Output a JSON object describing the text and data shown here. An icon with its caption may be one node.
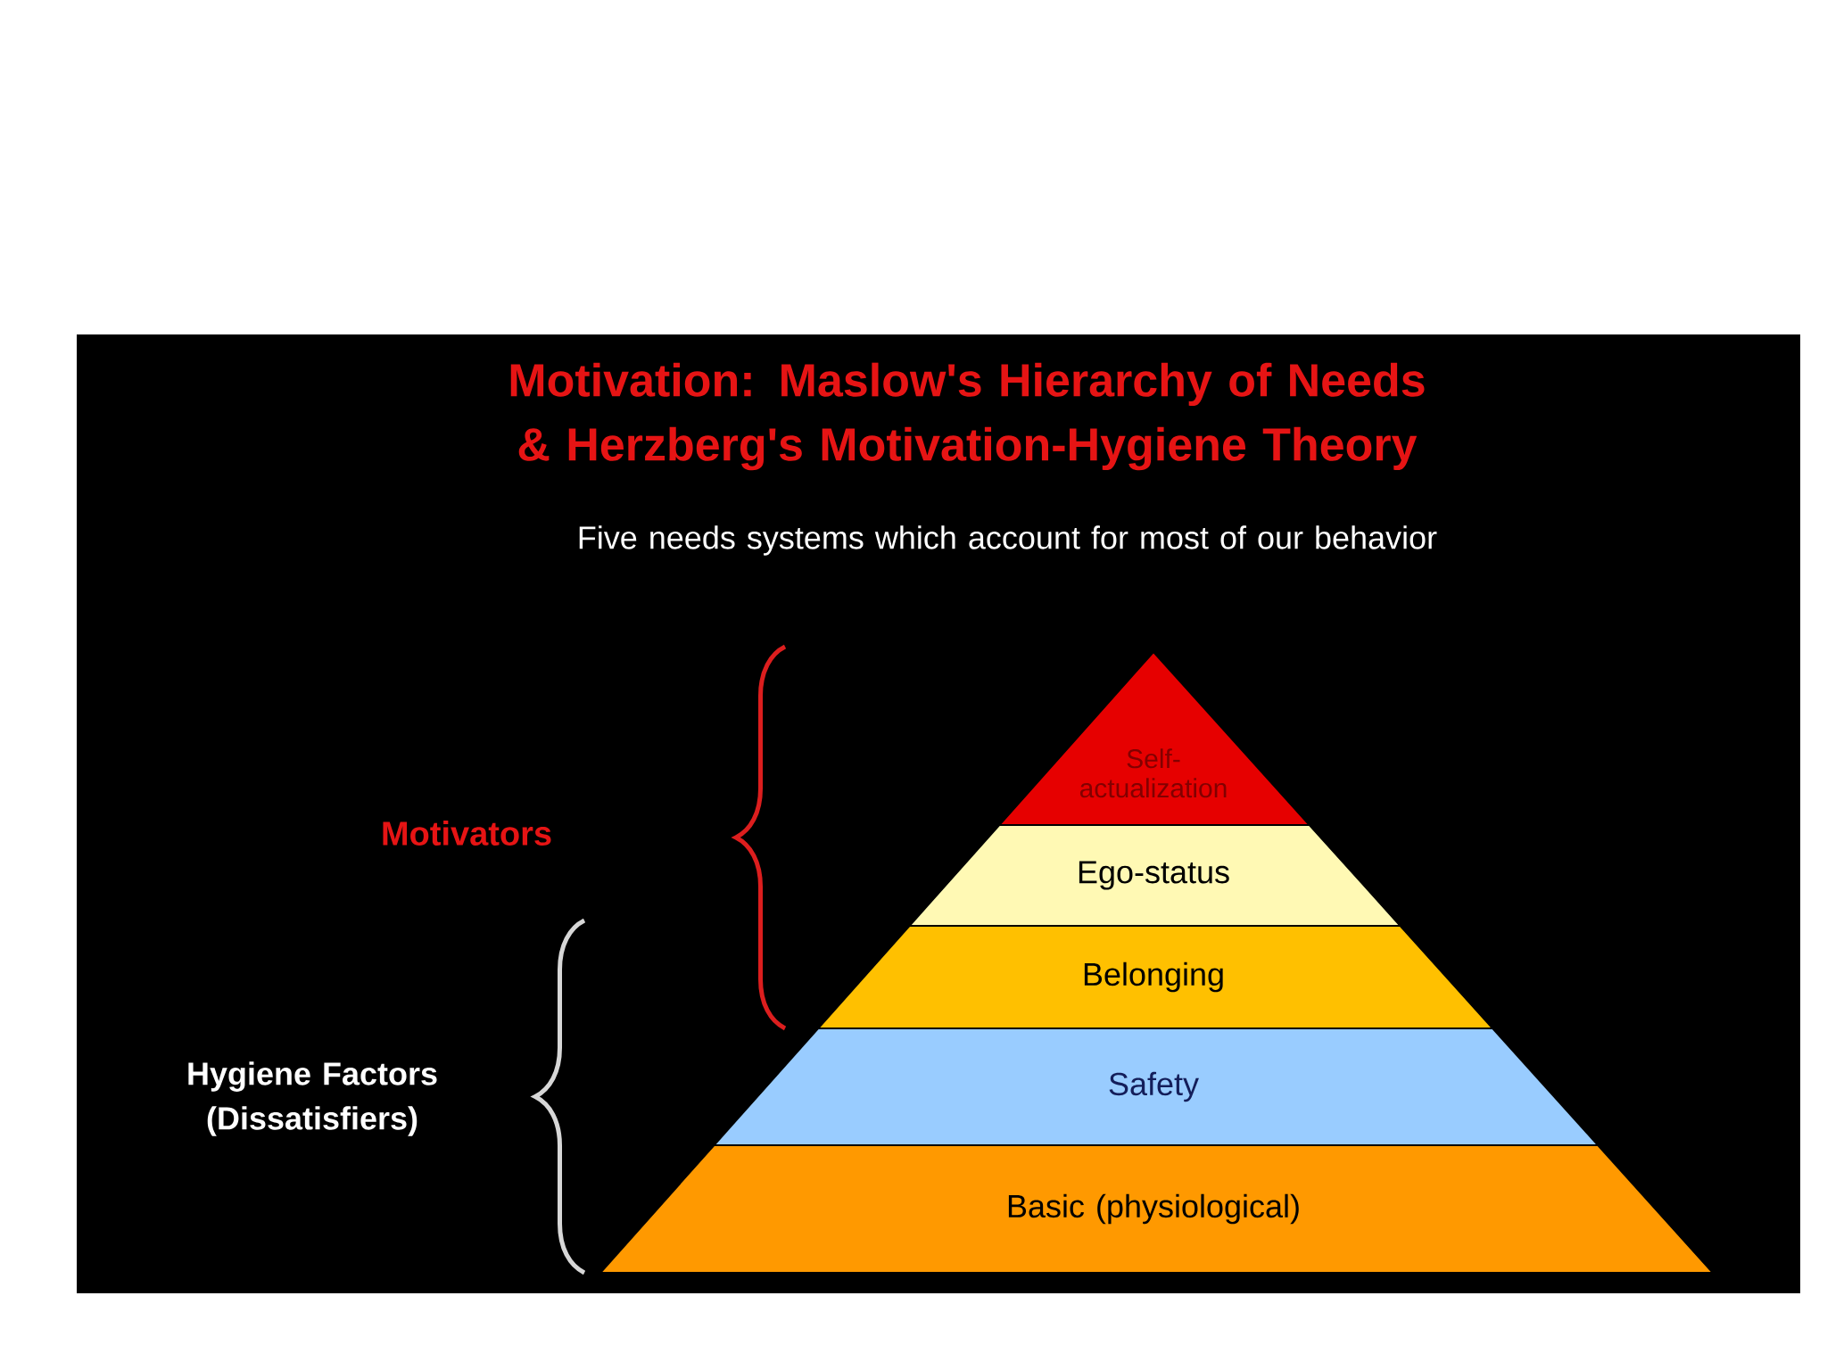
{
  "diagram": {
    "title": "Motivation: Maslow's Hierarchy of Needs & Herzberg's Motivation-Hygiene Theory",
    "nodes": [
      {
        "text": [
          "Self-actualization"
        ]
      },
      {
        "text": [
          "Ego-status"
        ]
      },
      {
        "text": [
          "Belonging"
        ]
      },
      {
        "text": [
          "Safety"
        ]
      },
      {
        "text": [
          "Basic (physiological)"
        ]
      }
    ],
    "labels": [
      "Five needs systems which account for most of our behavior",
      "Motivators",
      "Hygiene Factors (Dissatisfiers)"
    ]
  }
}
